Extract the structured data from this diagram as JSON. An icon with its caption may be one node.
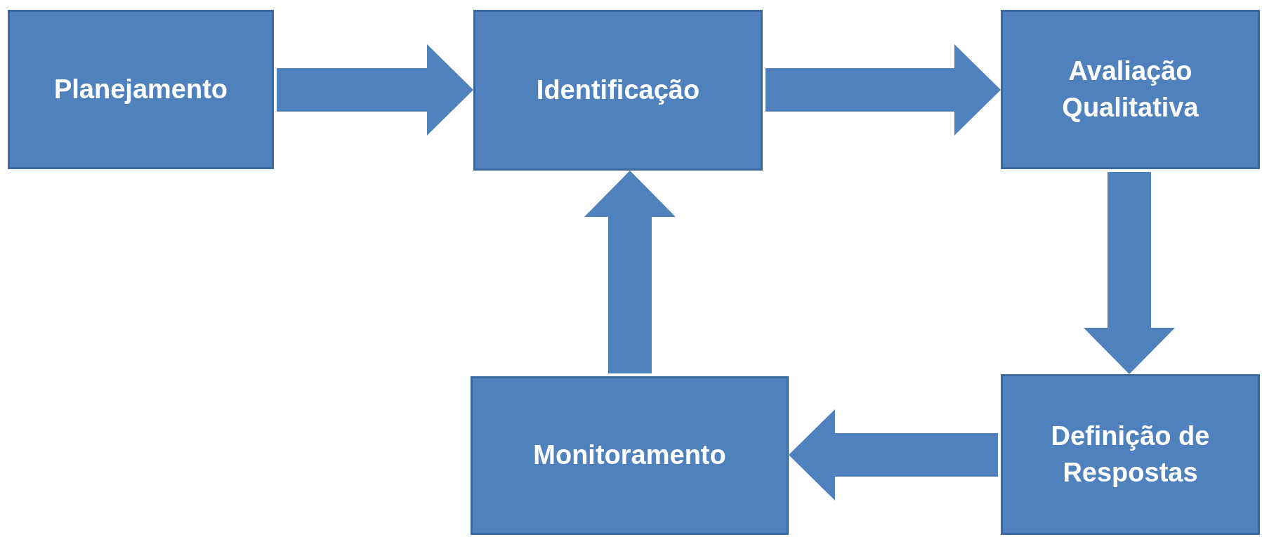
{
  "diagram": {
    "nodes": [
      {
        "text": [
          "Planejamento"
        ]
      },
      {
        "text": [
          "Identificação"
        ]
      },
      {
        "text": [
          "Avaliação Qualitativa"
        ]
      },
      {
        "text": [
          "Definição de Respostas"
        ]
      },
      {
        "text": [
          "Monitoramento"
        ]
      }
    ],
    "edges": [
      {
        "from": 0,
        "to": 1,
        "arrow": "to"
      },
      {
        "from": 1,
        "to": 2,
        "arrow": "to"
      },
      {
        "from": 2,
        "to": 3,
        "arrow": "to"
      },
      {
        "from": 3,
        "to": 4,
        "arrow": "to"
      },
      {
        "from": 4,
        "to": 1,
        "arrow": "to"
      }
    ]
  }
}
